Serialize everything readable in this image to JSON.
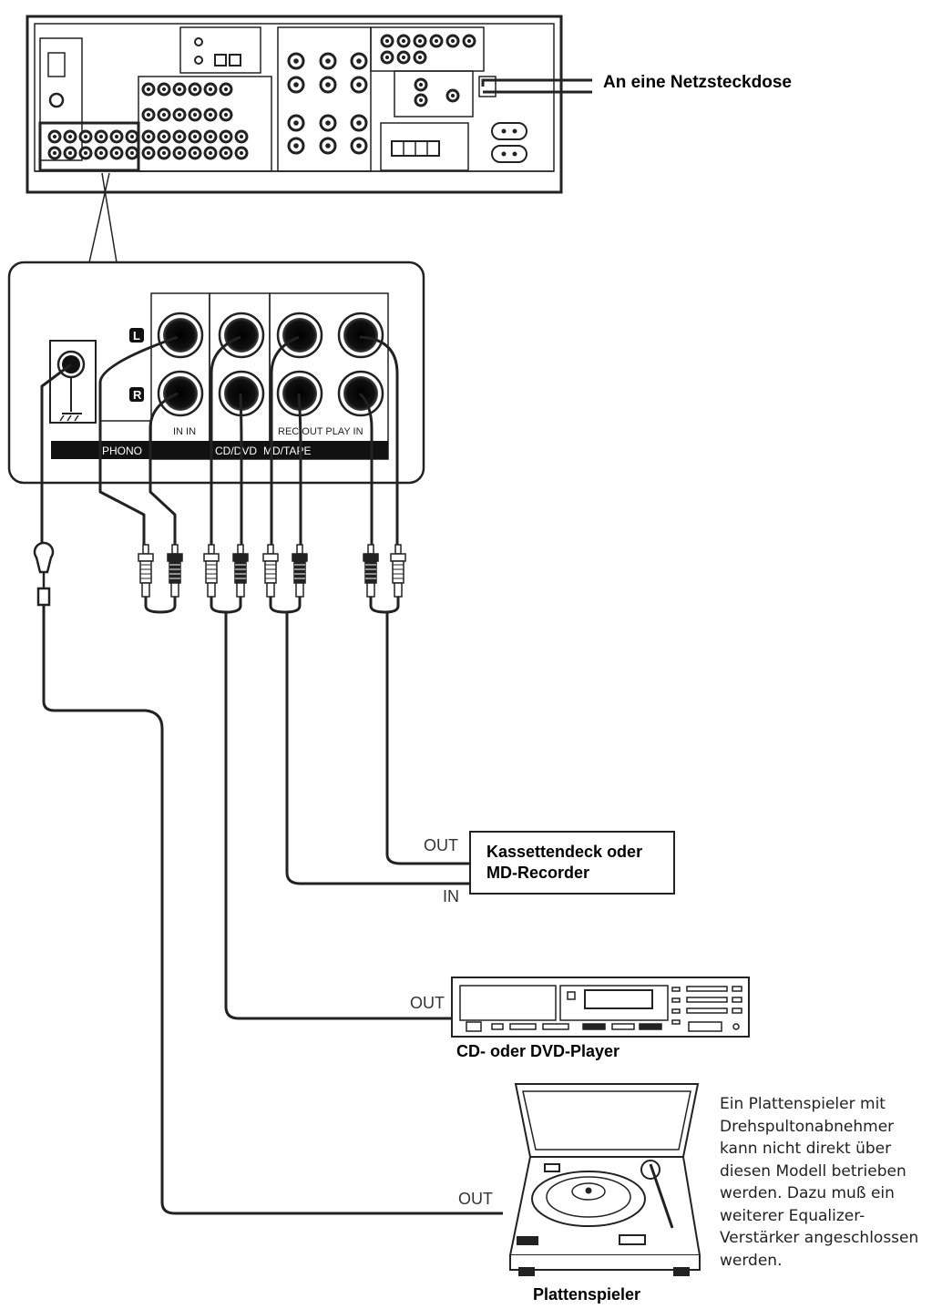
{
  "receiver": {
    "power_label": "An eine Netzsteckdose"
  },
  "panel": {
    "channel_left": "L",
    "channel_right": "R",
    "jack_caption_cd": "IN IN",
    "jack_caption_tape": "REC OUT PLAY IN",
    "section_phono": "PHONO",
    "section_cd": "CD/DVD",
    "section_tape": "MD/TAPE"
  },
  "devices": {
    "tape": {
      "name_line1": "Kassettendeck oder",
      "name_line2": "MD-Recorder",
      "out_label": "OUT",
      "in_label": "IN"
    },
    "cd": {
      "name": "CD- oder DVD-Player",
      "out_label": "OUT"
    },
    "turntable": {
      "name": "Plattenspieler",
      "out_label": "OUT"
    }
  },
  "note": {
    "lines": [
      "Ein Plattenspieler mit",
      "Drehspultonabnehmer",
      "kann nicht direkt über",
      "diesen Modell betrieben",
      "werden. Dazu muß ein",
      "weiterer Equalizer-",
      "Verstärker angeschlossen",
      "werden."
    ]
  }
}
